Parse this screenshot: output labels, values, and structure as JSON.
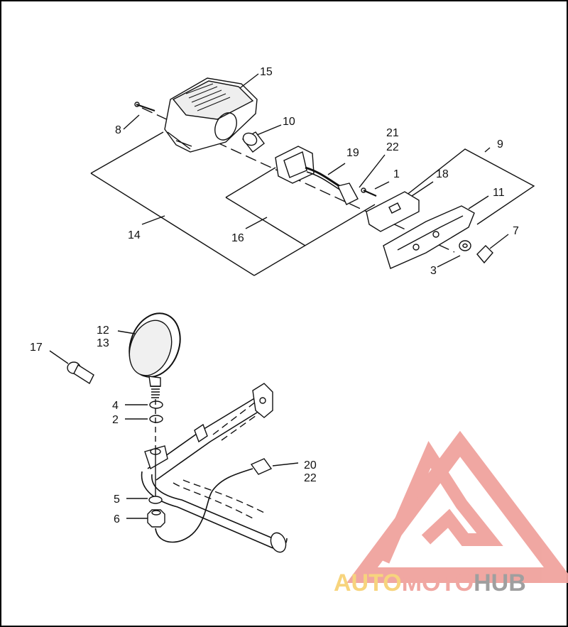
{
  "callouts": {
    "c1": "1",
    "c2": "2",
    "c3": "3",
    "c4": "4",
    "c5": "5",
    "c6": "6",
    "c7": "7",
    "c8": "8",
    "c9": "9",
    "c10": "10",
    "c11": "11",
    "c12": "12",
    "c13": "13",
    "c14": "14",
    "c15": "15",
    "c16": "16",
    "c17": "17",
    "c18": "18",
    "c19": "19",
    "c20": "20",
    "c21": "21",
    "c22a": "22",
    "c22b": "22"
  },
  "watermark": {
    "part1": "AUTO",
    "part2": "MOTO",
    "part3": "HUB"
  },
  "colors": {
    "line": "#111111",
    "shade": "#cfcfcf",
    "watermark_red": "#f0a39e",
    "watermark_yellow": "#f7d277",
    "watermark_gray": "#9a9a9a"
  }
}
